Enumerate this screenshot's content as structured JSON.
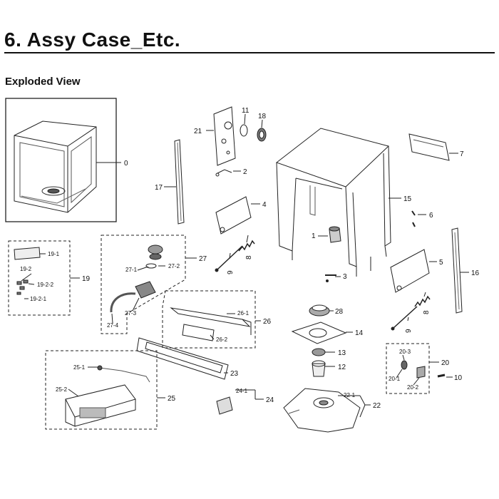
{
  "page": {
    "title": "6.  Assy Case_Etc.",
    "subtitle": "Exploded View"
  },
  "callouts": {
    "c0": "0",
    "c1": "1",
    "c2": "2",
    "c3": "3",
    "c4": "4",
    "c5": "5",
    "c6": "6",
    "c7": "7",
    "c8a": "8",
    "c8b": "8",
    "c9a": "9",
    "c9b": "9",
    "c10": "10",
    "c11": "11",
    "c12": "12",
    "c13": "13",
    "c14": "14",
    "c15": "15",
    "c16": "16",
    "c17": "17",
    "c18": "18",
    "c19": "19",
    "c19_1": "19-1",
    "c19_2": "19-2",
    "c19_2_1": "19-2-1",
    "c19_2_2": "19-2-2",
    "c20": "20",
    "c20_1": "20-1",
    "c20_2": "20-2",
    "c20_3": "20-3",
    "c21": "21",
    "c22": "22",
    "c22_1": "22-1",
    "c23": "23",
    "c24": "24",
    "c24_1": "24-1",
    "c25": "25",
    "c25_1": "25-1",
    "c25_2": "25-2",
    "c26": "26",
    "c26_1": "26-1",
    "c26_2": "26-2",
    "c27": "27",
    "c27_1": "27-1",
    "c27_2": "27-2",
    "c27_3": "27-3",
    "c27_4": "27-4",
    "c28": "28"
  }
}
